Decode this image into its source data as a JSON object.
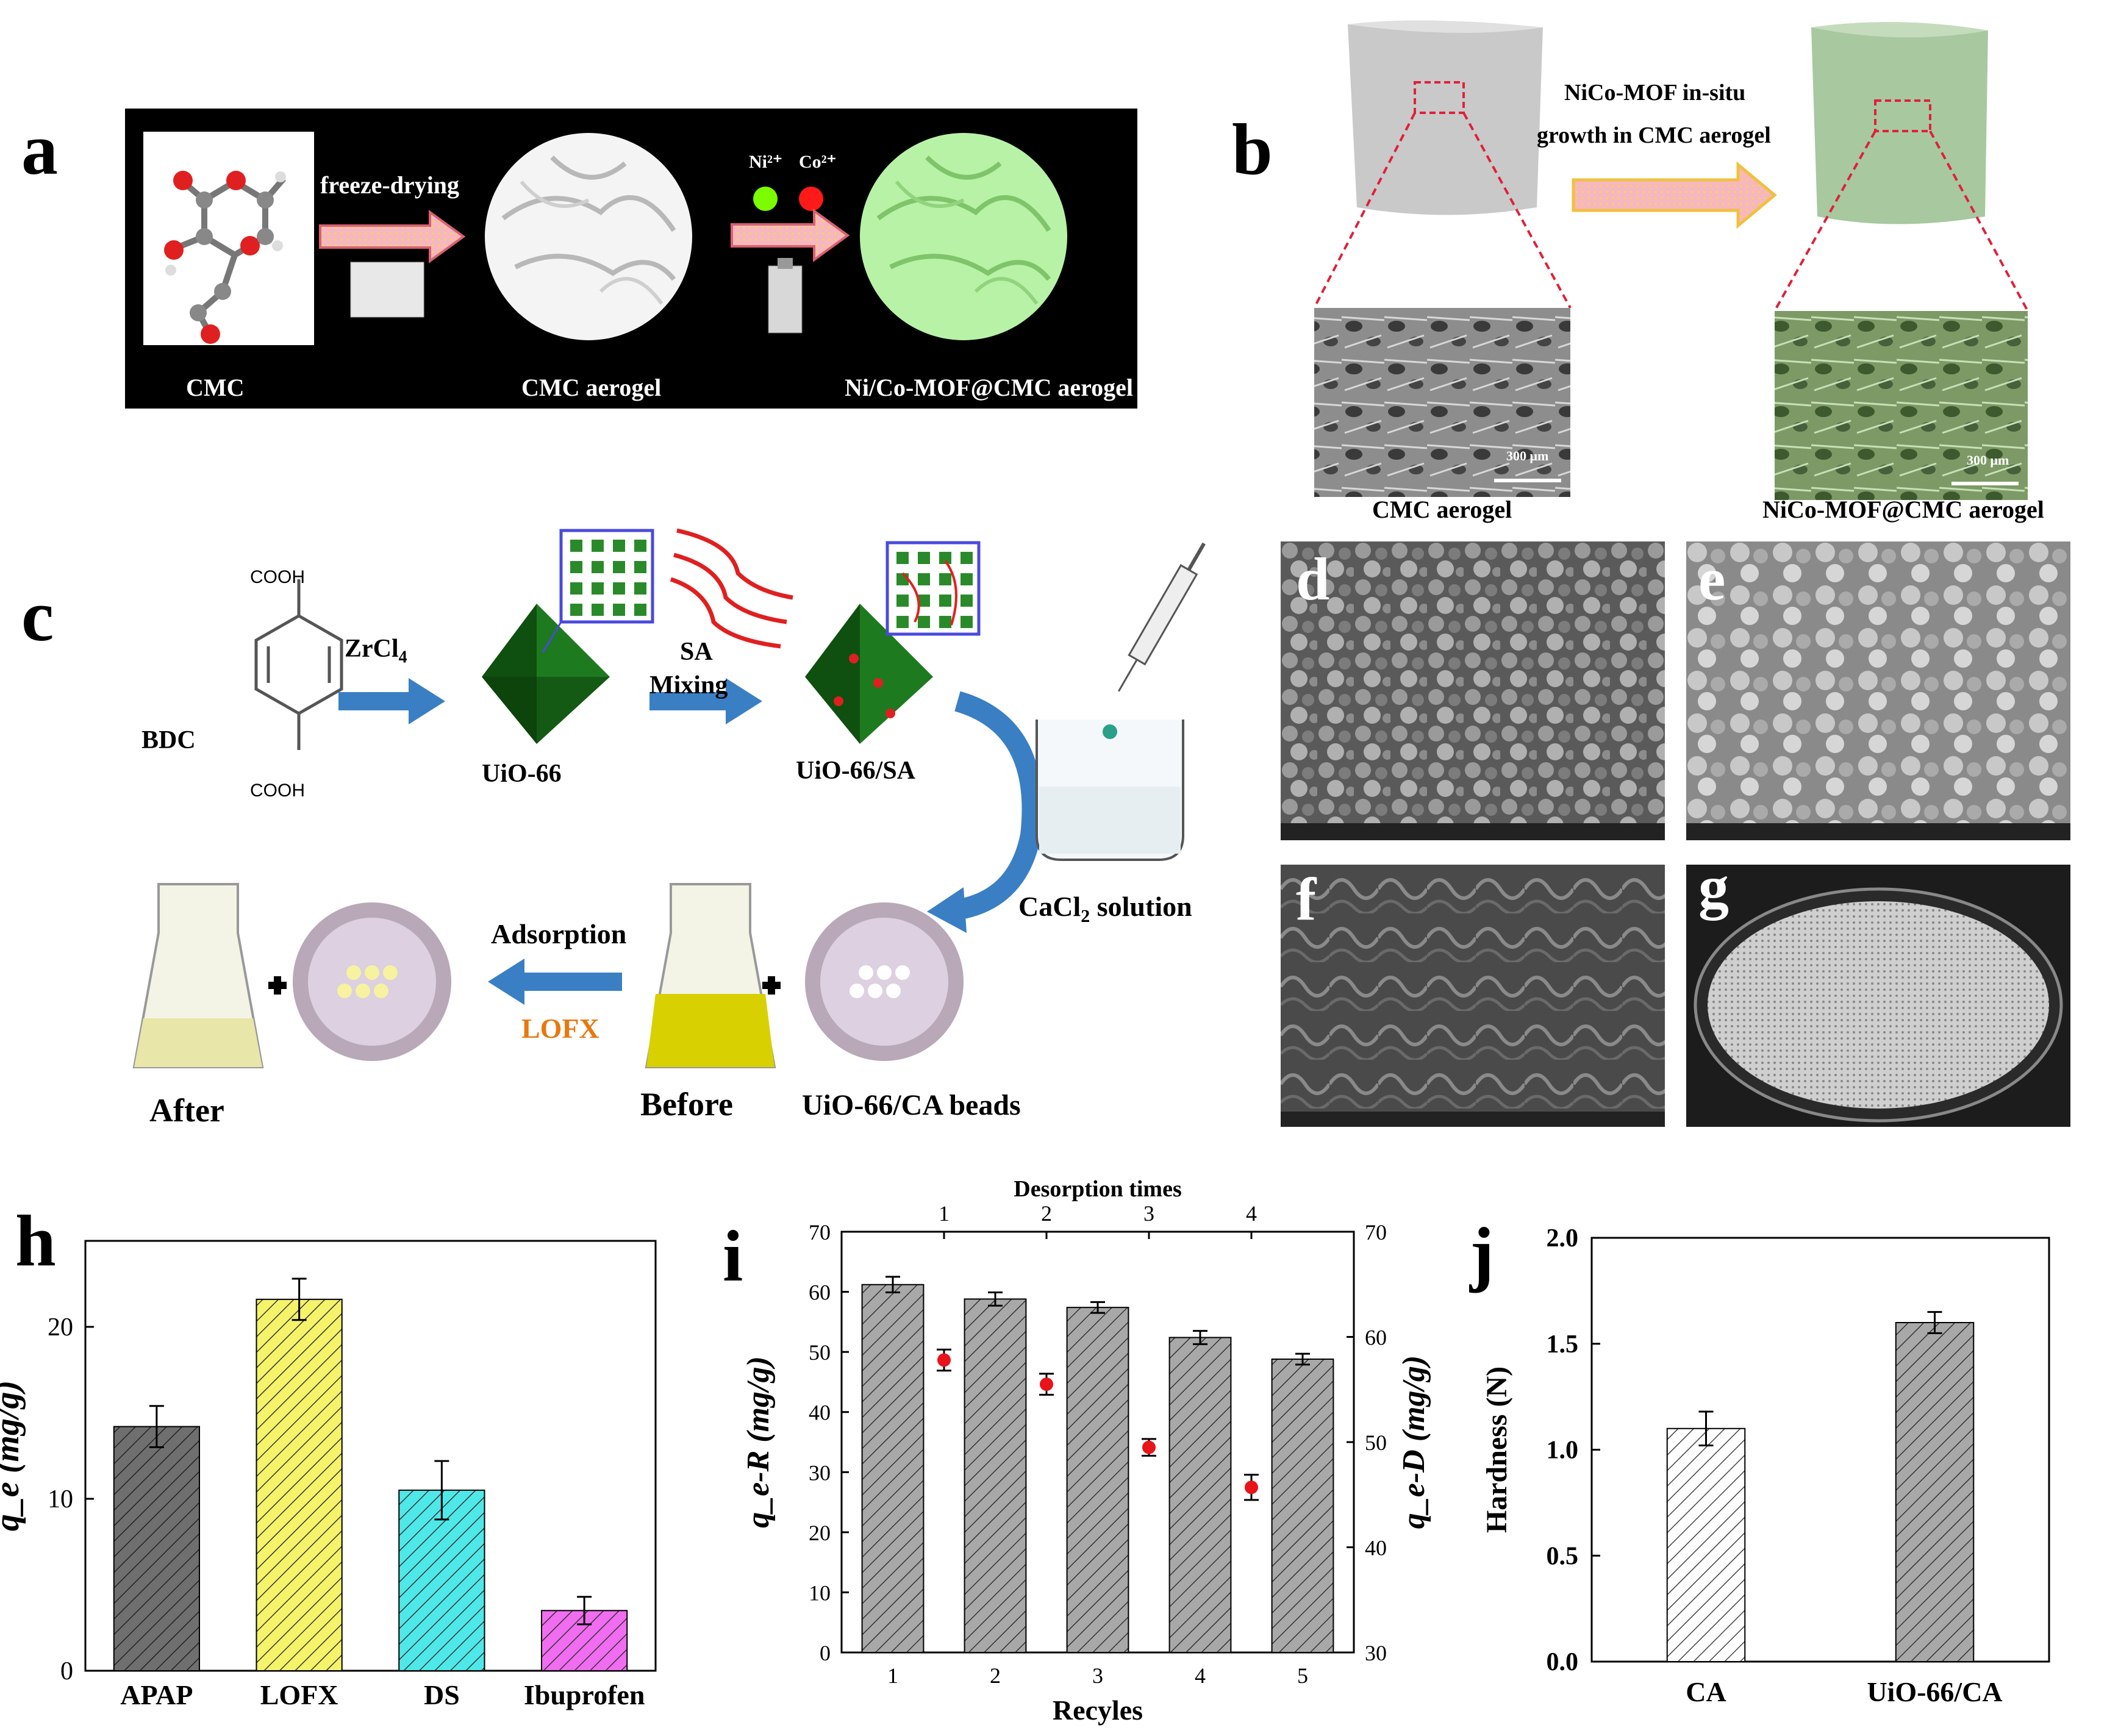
{
  "panel_a": {
    "letter": "a",
    "cmc_label": "CMC",
    "step1_label": "freeze-drying",
    "ion1": "Ni²⁺",
    "ion2": "Co²⁺",
    "aerogel_label": "CMC aerogel",
    "mof_label": "Ni/Co-MOF@CMC aerogel"
  },
  "panel_b": {
    "letter": "b",
    "arrow_line1": "NiCo-MOF in-situ",
    "arrow_line2": "growth in CMC aerogel",
    "left_caption": "CMC aerogel",
    "right_caption": "NiCo-MOF@CMC aerogel",
    "scale_left": "300 μm",
    "scale_right": "300 μm"
  },
  "panel_c": {
    "letter": "c",
    "cooh_top": "COOH",
    "cooh_bottom": "COOH",
    "bdc": "BDC",
    "zrcl4": "ZrCl",
    "zrcl4_sub": "4",
    "uio66": "UiO-66",
    "sa": "SA",
    "mixing": "Mixing",
    "uio66sa": "UiO-66/SA",
    "cacl2": "CaCl",
    "cacl2_sub": "2",
    "cacl2_rest": " solution",
    "adsorption": "Adsorption",
    "lofx": "LOFX",
    "after": "After",
    "before": "Before",
    "beads": "UiO-66/CA beads"
  },
  "panels_sem": {
    "d": "d",
    "e": "e",
    "f": "f",
    "g": "g"
  },
  "colors": {
    "gray_bar": "#9a9a9a",
    "apap": "#6f6f6f",
    "lofx": "#f4f36a",
    "ds": "#4fe8e8",
    "ibuprofen": "#f06cf0",
    "desorption_point": "#e8141a",
    "mof_green": "#b8f2a6",
    "arrow_blue": "#3a7fc4"
  },
  "chart_data": [
    {
      "panel": "h",
      "type": "bar",
      "categories": [
        "APAP",
        "LOFX",
        "DS",
        "Ibuprofen"
      ],
      "values": [
        14.2,
        21.6,
        10.5,
        3.5
      ],
      "errors": [
        1.2,
        1.2,
        1.7,
        0.8
      ],
      "ylabel": "q_e (mg/g)",
      "ylim": [
        0,
        25
      ],
      "yticks": [
        "0",
        "10",
        "20"
      ],
      "xlabel": ""
    },
    {
      "panel": "i",
      "type": "bar",
      "categories": [
        "1",
        "2",
        "3",
        "4",
        "5"
      ],
      "series": [
        {
          "values": [
            61.2,
            58.8,
            57.4,
            52.4,
            48.8
          ],
          "errors": [
            1.3,
            1.1,
            0.9,
            1.1,
            0.9
          ]
        }
      ],
      "desorption": {
        "x": [
          "1",
          "2",
          "3",
          "4"
        ],
        "values": [
          57.8,
          55.5,
          49.5,
          45.7
        ],
        "errors": [
          1.0,
          1.0,
          0.8,
          1.2
        ]
      },
      "ylabel_left": "q_e-R (mg/g)",
      "ylabel_right": "q_e-D (mg/g)",
      "xlabel": "Recyles",
      "top_xlabel": "Desorption times",
      "ylim_left": [
        0,
        70
      ],
      "ylim_right": [
        30,
        70
      ],
      "yticks_left": [
        "0",
        "10",
        "20",
        "30",
        "40",
        "50",
        "60",
        "70"
      ],
      "yticks_right": [
        "30",
        "40",
        "50",
        "60",
        "70"
      ],
      "top_ticks": [
        "1",
        "2",
        "3",
        "4"
      ]
    },
    {
      "panel": "j",
      "type": "bar",
      "categories": [
        "CA",
        "UiO-66/CA"
      ],
      "values": [
        1.1,
        1.6
      ],
      "errors": [
        0.08,
        0.05
      ],
      "ylabel": "Hardness (N)",
      "ylim": [
        0,
        2.0
      ],
      "yticks": [
        "0.0",
        "0.5",
        "1.0",
        "1.5",
        "2.0"
      ]
    }
  ],
  "chart_letters": {
    "h": "h",
    "i": "i",
    "j": "j"
  }
}
